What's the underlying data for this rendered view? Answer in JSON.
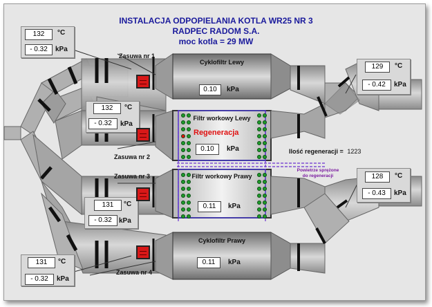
{
  "header": {
    "line1": "INSTALACJA ODPOPIELANIA KOTLA WR25 NR 3",
    "line2": "RADPEC RADOM S.A.",
    "line3": "moc kotla = 29 MW"
  },
  "units": {
    "temp": "°C",
    "pressure": "kPa"
  },
  "valves": [
    {
      "label": "Zasuwa nr 1",
      "temp": "132",
      "pressure": "- 0.32"
    },
    {
      "label": "Zasuwa nr 2",
      "temp": "132",
      "pressure": "- 0.32"
    },
    {
      "label": "Zasuwa nr 3",
      "temp": "131",
      "pressure": "- 0.32"
    },
    {
      "label": "Zasuwa nr 4",
      "temp": "131",
      "pressure": "- 0.32"
    }
  ],
  "units_blocks": {
    "cyclone_left": {
      "title": "Cyklofiltr Lewy",
      "pressure": "0.10"
    },
    "bag_left": {
      "title": "Filtr workowy Lewy",
      "status": "Regeneracja",
      "pressure": "0.10"
    },
    "bag_right": {
      "title": "Filtr workowy Prawy",
      "pressure": "0.11"
    },
    "cyclone_right": {
      "title": "Cyklofiltr Prawy",
      "pressure": "0.11"
    }
  },
  "outlet_top": {
    "temp": "129",
    "pressure": "- 0.42"
  },
  "outlet_bottom": {
    "temp": "128",
    "pressure": "- 0.43"
  },
  "regeneration": {
    "label": "Ilość regeneracji =",
    "count": "1223"
  },
  "compressed_air": {
    "line1": "Powietrze sprężone",
    "line2": "do regeneracji"
  },
  "colors": {
    "title": "#1a1a9c",
    "alarm": "#e01010",
    "air": "#7a1aa0",
    "pipe": "#a8a8a8"
  }
}
